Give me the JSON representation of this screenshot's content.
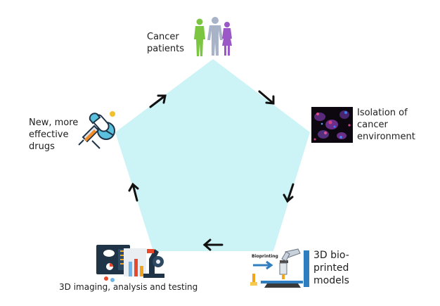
{
  "diagram": {
    "stages": {
      "patients": [
        "Cancer",
        "patients"
      ],
      "isolation": [
        "Isolation of",
        "cancer",
        "environment"
      ],
      "bioprinted": [
        "3D bio-",
        "printed",
        "models"
      ],
      "imaging": "3D imaging, analysis and testing",
      "drugs": [
        "New, more",
        "effective",
        "drugs"
      ]
    },
    "bioprinting_tag": "Bioprinting",
    "colors": {
      "pentagon_fill": "#ccf4f6",
      "arrow": "#111111",
      "person_green": "#7cc540",
      "person_gray": "#a9b3c8",
      "person_purple": "#9b59c7",
      "cells_bg": "#0d0710"
    }
  }
}
